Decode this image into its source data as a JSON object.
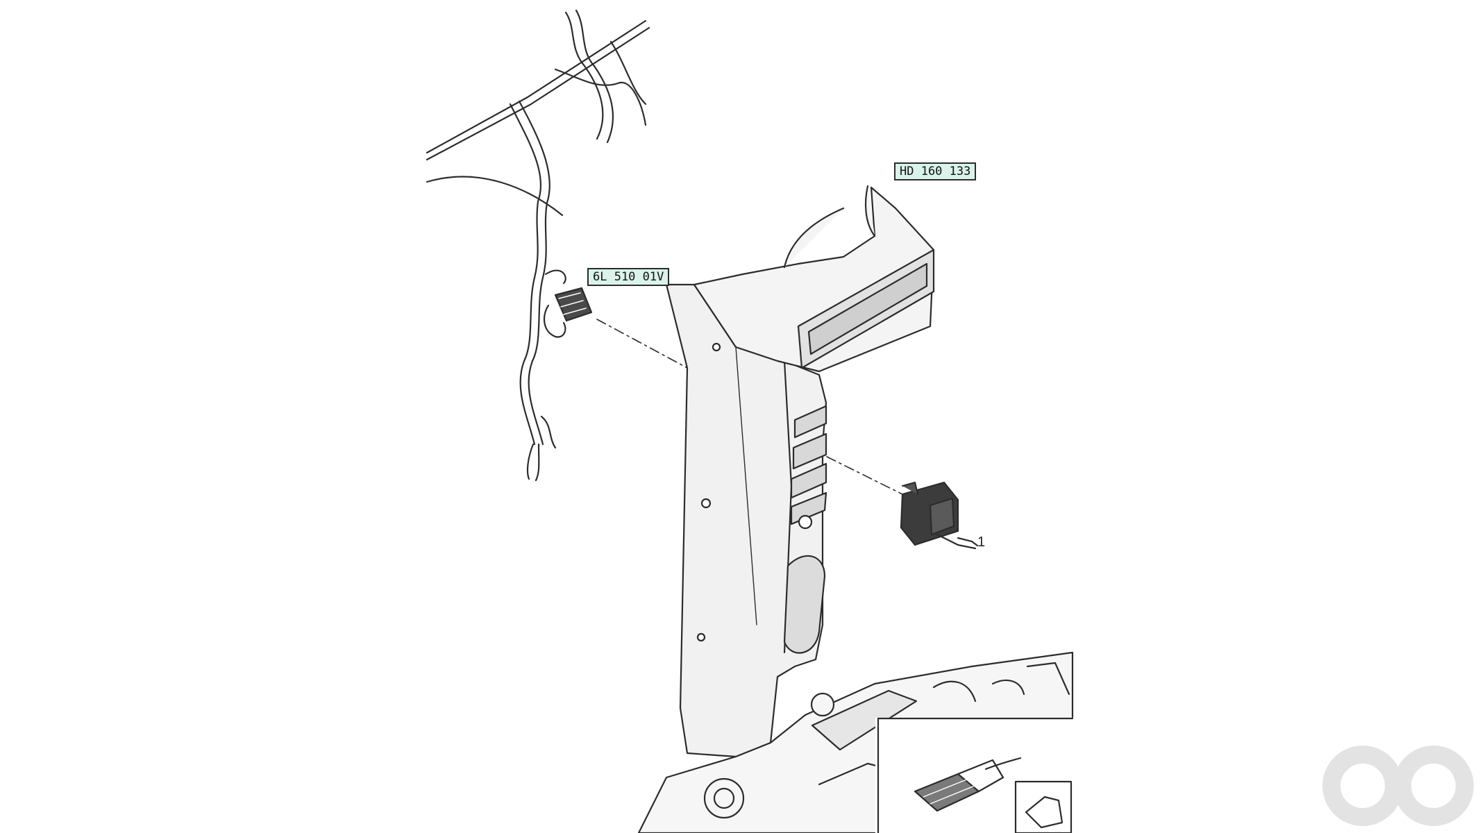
{
  "labels": {
    "overhead_duct_label": "HD 160 133",
    "connector_label": "6L 510 01V"
  },
  "callouts": {
    "switch_callout": "1"
  },
  "colors": {
    "line": "#2b2b2b",
    "panel_fill": "#f1f1f1",
    "label_fill": "#d9f3ea",
    "watermark": "#e3e3e3"
  },
  "icons": {
    "logo": "oo-logo-watermark",
    "inset_icon": "arrow-card-icon"
  }
}
